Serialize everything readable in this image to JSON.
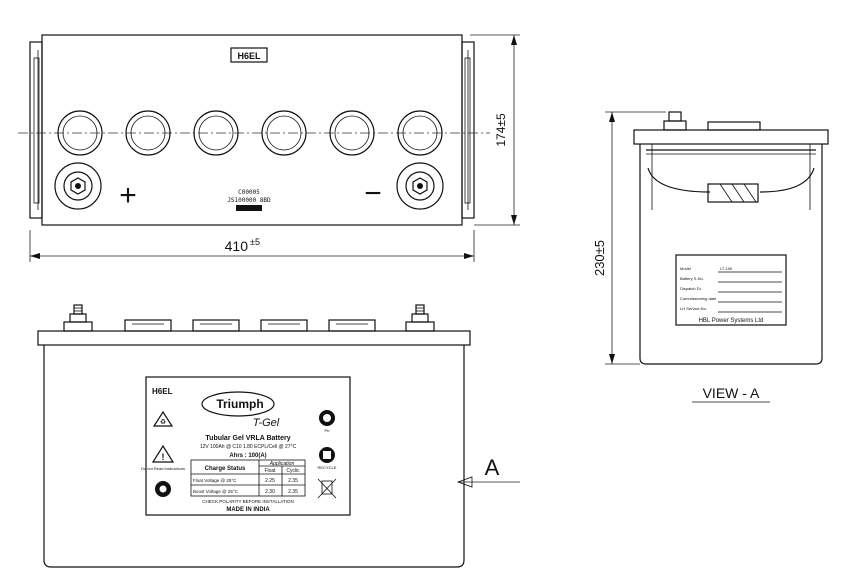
{
  "top_view": {
    "badge": "H6EL",
    "dim_width": "410",
    "dim_width_tol": "±5",
    "dim_depth": "174±5",
    "plus_sign": "+",
    "minus_sign": "−",
    "code_lines": [
      "C00005",
      "JS100000 8BD"
    ]
  },
  "side_view": {
    "arrow_label": "A"
  },
  "end_view": {
    "dim_height": "230±5",
    "view_label": "VIEW - A",
    "label_fields": [
      "Model",
      "Battery S.No.",
      "Dispatch Dt.",
      "Commissioning date",
      "LH Service No."
    ],
    "label_model_value": "LT-100",
    "label_footer": "HBL Power Systems Ltd"
  },
  "product_label": {
    "logo": "H6EL",
    "brand": "Triumph",
    "subbrand": "T-Gel",
    "title": "Tubular Gel VRLA Battery",
    "spec_line": "12V 100Ah @ C10 1.80 ECPL/Cell @ 27°C",
    "sub_line": "Ahrs : 100(A)",
    "table_header_left": "Charge Status",
    "table_header_right": "Application",
    "table_col_1": "Float",
    "table_col_2": "Cyclic",
    "table_rows": [
      {
        "label": "Float Voltage @ 25°C",
        "v1": "2.25",
        "v2": "2.35"
      },
      {
        "label": "Boost Voltage @ 25°C",
        "v1": "2.30",
        "v2": "2.35"
      }
    ],
    "warning_text": "Do not Read Instructions",
    "footer_line1": "CHECK POLARITY BEFORE INSTALLATION",
    "footer_line2": "MADE IN INDIA",
    "icon_caption_1": "Pb",
    "icon_caption_2": "RECYCLE"
  }
}
